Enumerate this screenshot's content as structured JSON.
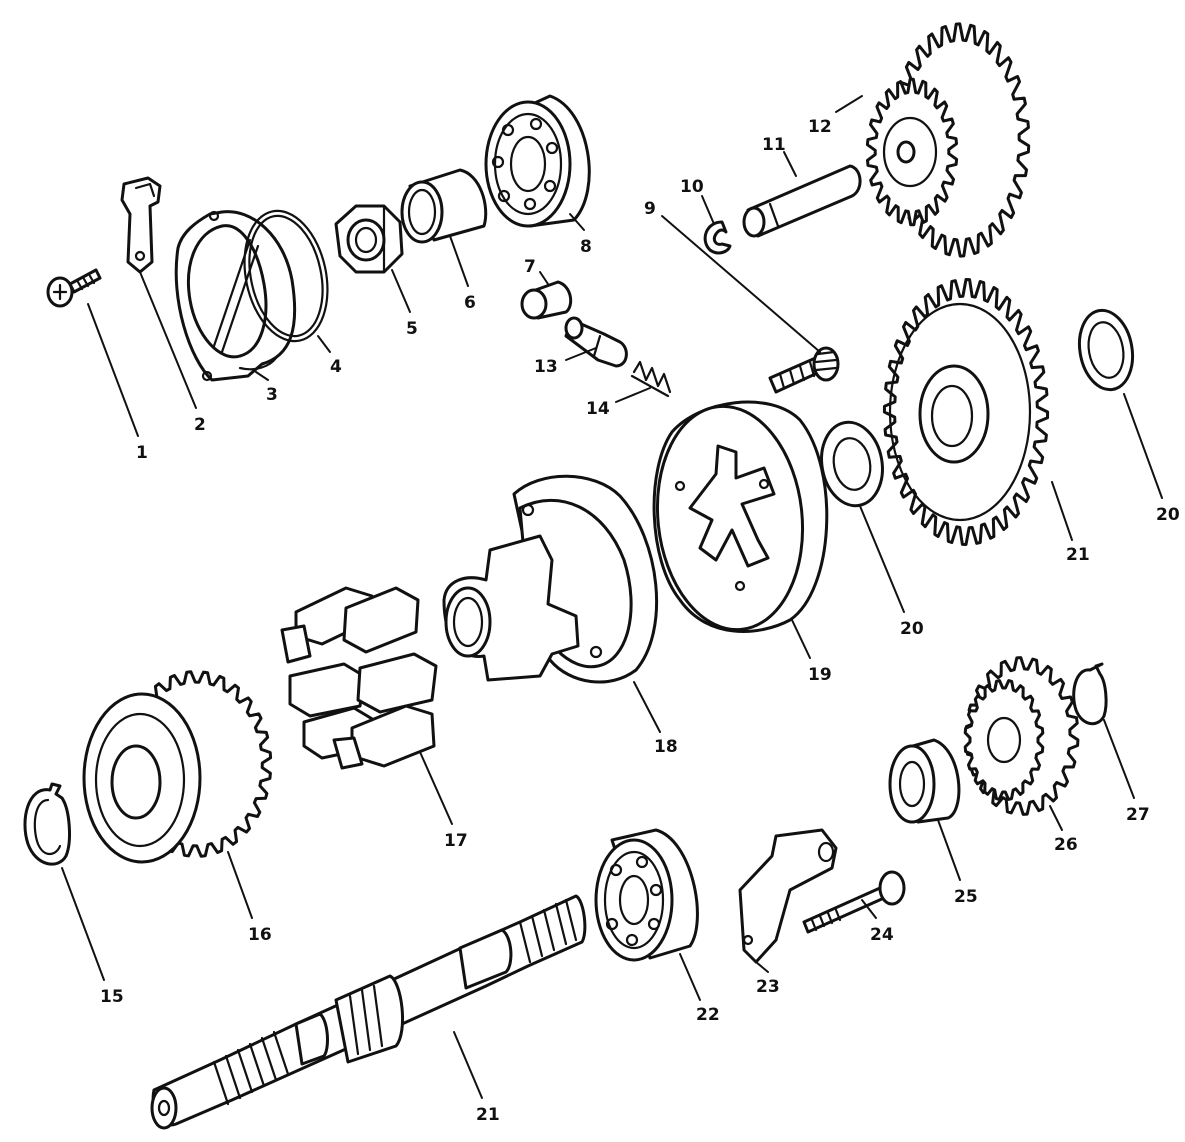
{
  "diagram": {
    "type": "exploded-parts-view",
    "parts": [
      {
        "number": "1",
        "name": "screw"
      },
      {
        "number": "2",
        "name": "lock-plate"
      },
      {
        "number": "3",
        "name": "bearing-housing"
      },
      {
        "number": "4",
        "name": "o-ring"
      },
      {
        "number": "5",
        "name": "nut"
      },
      {
        "number": "6",
        "name": "bush"
      },
      {
        "number": "7",
        "name": "cap"
      },
      {
        "number": "8",
        "name": "ball-bearing"
      },
      {
        "number": "9",
        "name": "screw"
      },
      {
        "number": "10",
        "name": "e-clip"
      },
      {
        "number": "11",
        "name": "shaft"
      },
      {
        "number": "12",
        "name": "double-sprocket"
      },
      {
        "number": "13",
        "name": "plunger"
      },
      {
        "number": "14",
        "name": "spring"
      },
      {
        "number": "15",
        "name": "circlip"
      },
      {
        "number": "16",
        "name": "gear-drum"
      },
      {
        "number": "17",
        "name": "rubber-segments"
      },
      {
        "number": "18",
        "name": "hub"
      },
      {
        "number": "19",
        "name": "cover"
      },
      {
        "number": "20",
        "name": "washer"
      },
      {
        "number": "20",
        "name": "washer"
      },
      {
        "number": "21",
        "name": "sprocket"
      },
      {
        "number": "21",
        "name": "mainshaft"
      },
      {
        "number": "22",
        "name": "ball-bearing"
      },
      {
        "number": "23",
        "name": "bracket"
      },
      {
        "number": "24",
        "name": "bolt"
      },
      {
        "number": "25",
        "name": "bearing"
      },
      {
        "number": "26",
        "name": "gear"
      },
      {
        "number": "27",
        "name": "circlip"
      }
    ]
  }
}
